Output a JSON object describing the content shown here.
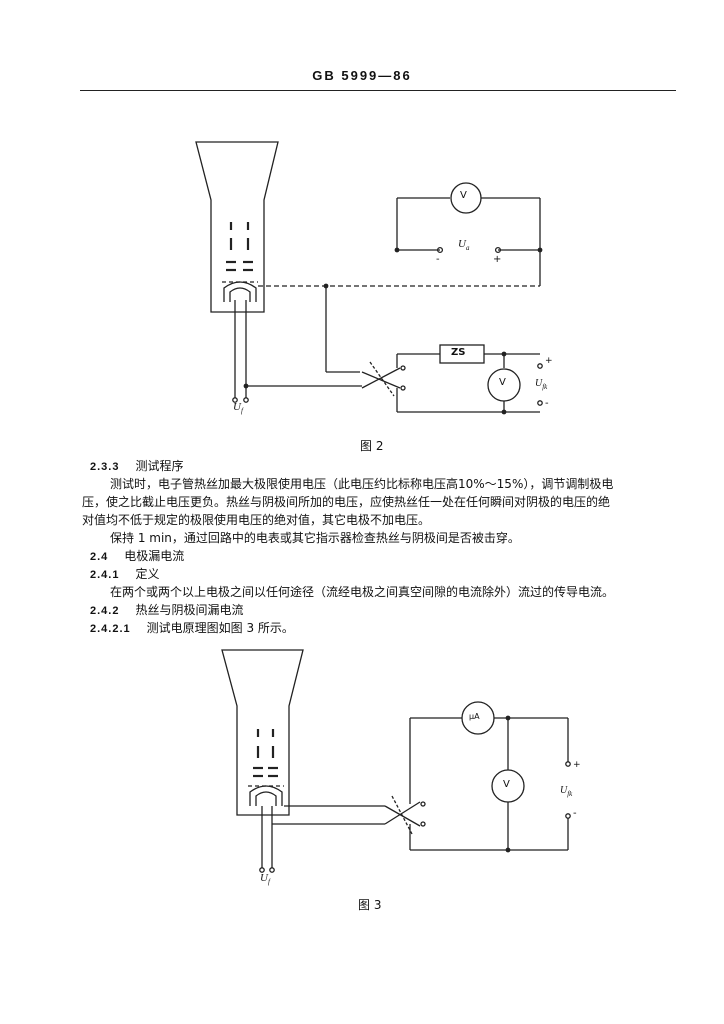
{
  "header": {
    "title": "GB 5999—86"
  },
  "figure2": {
    "caption": "图 2",
    "meter_voltmeter_top": "V",
    "label_ua": "U",
    "label_ua_sub": "a",
    "minus_top": "-",
    "plus_top": "+",
    "zs_label": "ZS",
    "meter_voltmeter_bottom": "V",
    "label_ufk": "U",
    "label_ufk_sub": "fk",
    "plus_bottom": "+",
    "minus_bottom": "-",
    "label_uf": "U",
    "label_uf_sub": "f"
  },
  "section_2_3_3": {
    "number": "2.3.3",
    "title": "测试程序",
    "para1_line1": "测试时，电子管热丝加最大极限使用电压（此电压约比标称电压高10%～15%），调节调制极电",
    "para1_line2": "压，使之比截止电压更负。热丝与阴极间所加的电压，应使热丝任一处在任何瞬间对阴极的电压的绝",
    "para1_line3": "对值均不低于规定的极限使用电压的绝对值，其它电极不加电压。",
    "para2": "保持 1 min，通过回路中的电表或其它指示器检查热丝与阴极间是否被击穿。"
  },
  "section_2_4": {
    "number": "2.4",
    "title": "电极漏电流"
  },
  "section_2_4_1": {
    "number": "2.4.1",
    "title": "定义",
    "para": "在两个或两个以上电极之间以任何途径（流经电极之间真空间隙的电流除外）流过的传导电流。"
  },
  "section_2_4_2": {
    "number": "2.4.2",
    "title": "热丝与阴极间漏电流"
  },
  "section_2_4_2_1": {
    "number": "2.4.2.1",
    "text": "测试电原理图如图 3 所示。"
  },
  "figure3": {
    "caption": "图 3",
    "meter_microammeter": "μA",
    "meter_voltmeter": "V",
    "plus": "+",
    "minus": "-",
    "label_ufk": "U",
    "label_ufk_sub": "fk",
    "label_uf": "U",
    "label_uf_sub": "f"
  }
}
